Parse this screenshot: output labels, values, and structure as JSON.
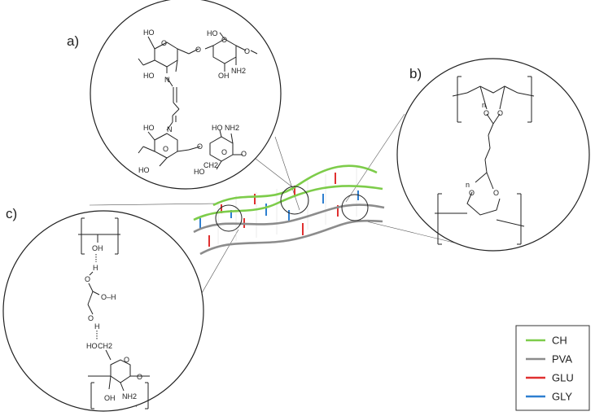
{
  "panels": {
    "a": "a)",
    "b": "b)",
    "c": "c)"
  },
  "legend": [
    {
      "label": "CH",
      "color": "#7dcc4a"
    },
    {
      "label": "PVA",
      "color": "#8c8c8c"
    },
    {
      "label": "GLU",
      "color": "#e03030"
    },
    {
      "label": "GLY",
      "color": "#2e7fd0"
    }
  ],
  "chem_a": {
    "ho": "HO",
    "oh": "OH",
    "ch2": "CH2",
    "o": "O",
    "n": "N",
    "nh2": "NH2",
    "methoxy": "O"
  },
  "chem_b": {
    "o": "O",
    "n": "n"
  },
  "chem_c": {
    "oh": "OH",
    "h": "H",
    "o": "O",
    "o_h": "O–H",
    "ho": "HO",
    "ch2": "CH2",
    "nh2": "NH2"
  }
}
